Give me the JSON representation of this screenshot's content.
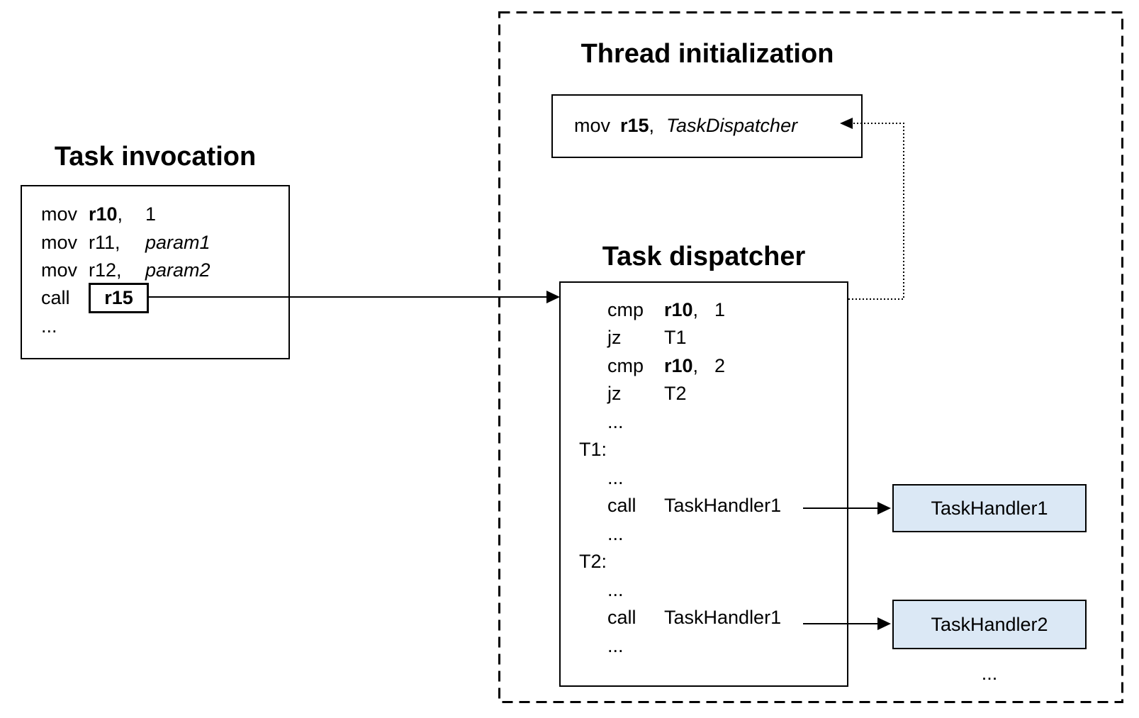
{
  "invocation": {
    "title": "Task invocation",
    "lines": [
      {
        "op": "mov",
        "reg": "r10",
        "comma": ",",
        "val": "1"
      },
      {
        "op": "mov",
        "reg": "r11",
        "comma": ",",
        "val": "param1"
      },
      {
        "op": "mov",
        "reg": "r12",
        "comma": ",",
        "val": "param2"
      },
      {
        "op": "call",
        "reg": "r15"
      },
      {
        "dots": "..."
      }
    ]
  },
  "thread_init": {
    "title": "Thread initialization",
    "mov_line": {
      "op": "mov",
      "reg": "r15",
      "comma": ",",
      "target": "TaskDispatcher"
    }
  },
  "dispatcher": {
    "title": "Task dispatcher",
    "lines": [
      {
        "op": "cmp",
        "reg": "r10",
        "comma": ",",
        "val": "1"
      },
      {
        "op": "jz",
        "target": "T1"
      },
      {
        "op": "cmp",
        "reg": "r10",
        "comma": ",",
        "val": "2"
      },
      {
        "op": "jz",
        "target": "T2"
      },
      {
        "dots": "..."
      },
      {
        "label": "T1:"
      },
      {
        "dots": "..."
      },
      {
        "op": "call",
        "target": "TaskHandler1"
      },
      {
        "dots": "..."
      },
      {
        "label": "T2:"
      },
      {
        "dots": "..."
      },
      {
        "op": "call",
        "target": "TaskHandler1"
      },
      {
        "dots": "..."
      }
    ]
  },
  "handlers": [
    {
      "label": "TaskHandler1"
    },
    {
      "label": "TaskHandler2"
    }
  ],
  "handlers_more": "...",
  "colors": {
    "stroke": "#000000",
    "handler_fill": "#dbe8f5"
  }
}
